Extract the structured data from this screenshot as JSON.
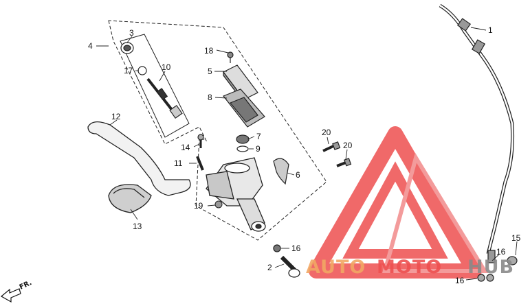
{
  "diagram": {
    "callouts": [
      "1",
      "2",
      "3",
      "4",
      "5",
      "6",
      "7",
      "8",
      "9",
      "10",
      "11",
      "12",
      "13",
      "14",
      "15",
      "16",
      "16",
      "16",
      "17",
      "18",
      "19",
      "20",
      "20"
    ],
    "direction_label": "FR."
  },
  "watermark": {
    "text_auto": "AUTO",
    "text_moto": "MOTO",
    "text_hub": "HUB",
    "color_orange": "#f2a864",
    "color_red": "#ee5050",
    "color_grey": "#8a8a8a"
  }
}
